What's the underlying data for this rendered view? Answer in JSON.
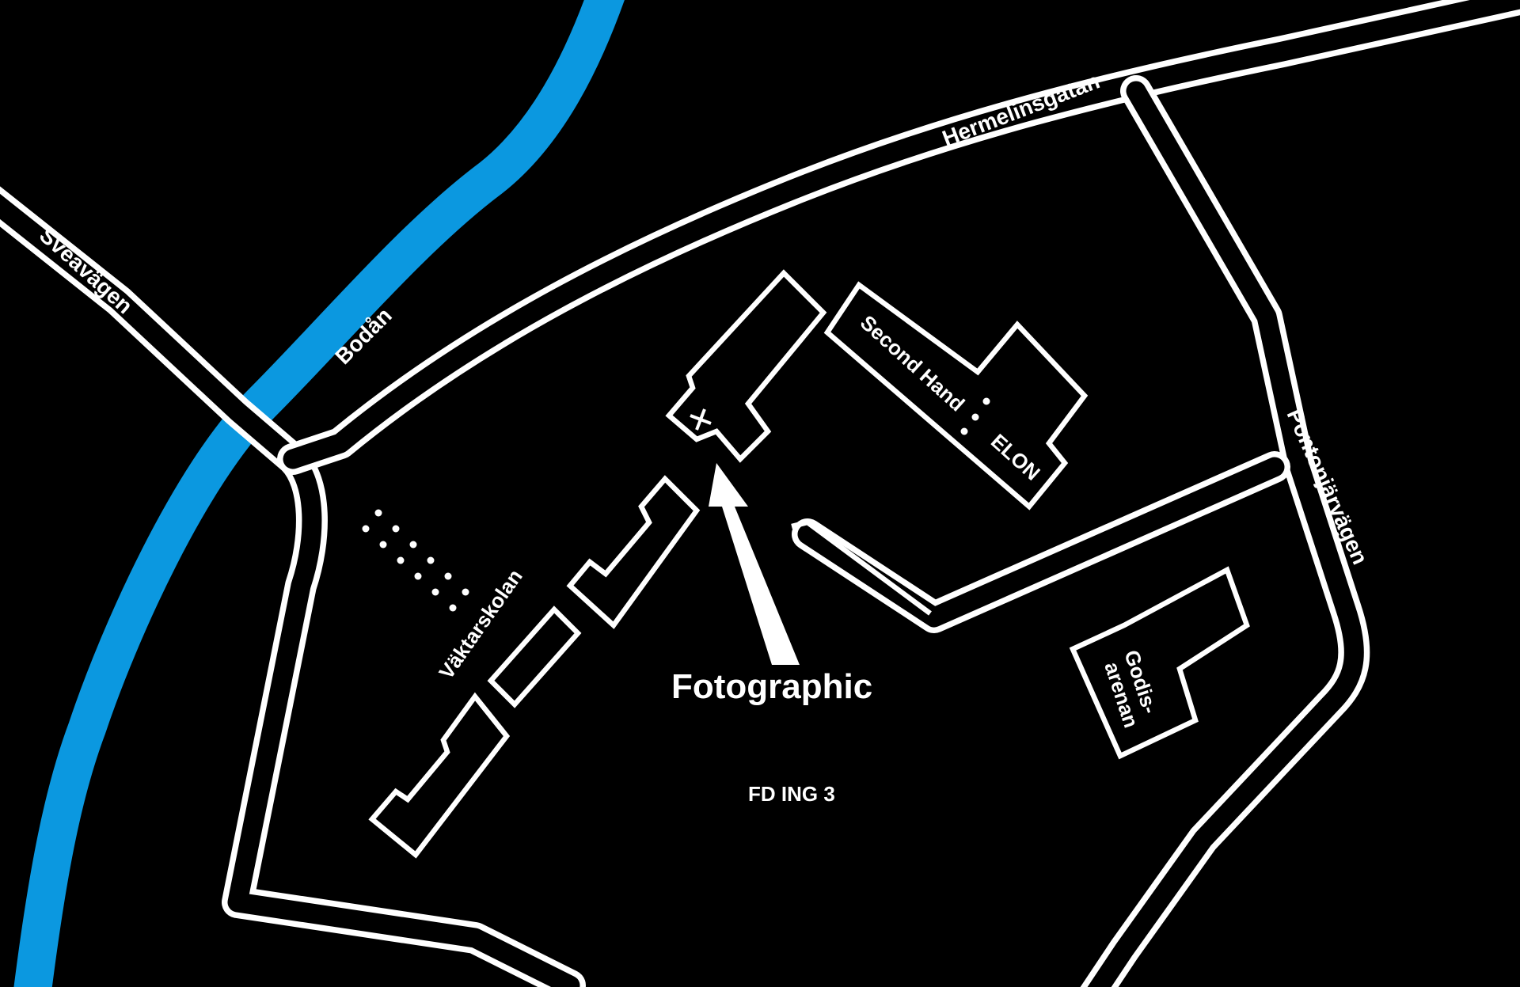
{
  "colors": {
    "background": "#000000",
    "road": "#ffffff",
    "river": "#0b98e0",
    "text": "#ffffff"
  },
  "streets": {
    "sveavagen": "Sveavägen",
    "hermelinsgatan": "Hermelinsgatan",
    "pontonjarvagen": "Pontonjärvägen"
  },
  "water": {
    "river_name": "Bodån"
  },
  "places": {
    "second_hand": "Second Hand",
    "elon": "ELON",
    "vaktarskolan": "Väktarskolan",
    "godis_line1": "Godis-",
    "godis_line2": "arenan",
    "fotographic": "Fotographic",
    "fd_ing": "FD ING 3"
  },
  "icons": {
    "destination_marker": "arrow-up-icon",
    "building_marker": "plus-icon"
  }
}
